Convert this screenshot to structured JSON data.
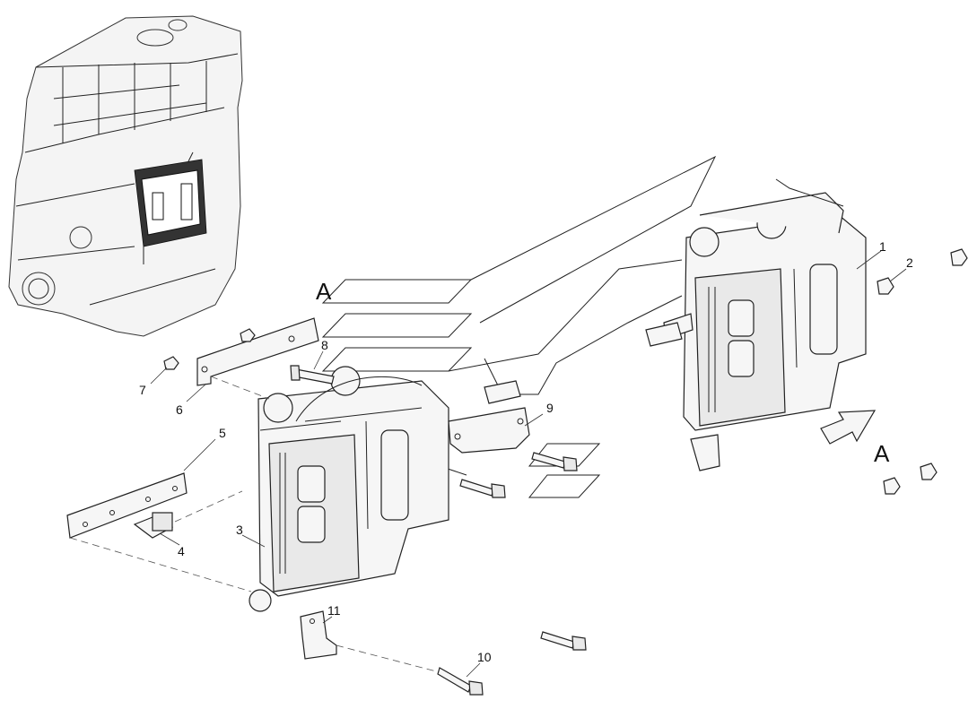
{
  "view_labels": {
    "view_a_left": "A",
    "view_a_right": "A"
  },
  "callouts": [
    "1",
    "2",
    "3",
    "4",
    "5",
    "6",
    "7",
    "8",
    "9",
    "10",
    "11"
  ]
}
